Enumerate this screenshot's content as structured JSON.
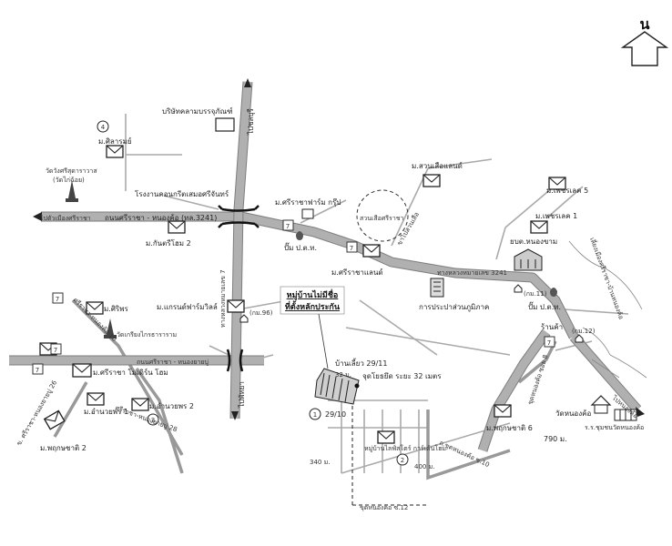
{
  "north": {
    "letter": "น"
  },
  "roads": {
    "hwy7_north": "ไปชลบุรี",
    "hwy7_south": "ไปพัทยา",
    "hwy7_name": "ทางหลวงหมายเลข 7",
    "road_3241": "ถนนศรีราชา - หนองค้อ (ทล.3241)",
    "to_sriracha": "ไปตัวเมืองศรีราชา",
    "road_nong_yai_bu": "ถนนศรีราชา - หนองยายบู่",
    "hwy_3241": "ทางหลวงหมายเลข 3241",
    "to_nong_kho": "ไปหนองค้อ",
    "to_suan_suea": "ขาไปสวนเสือ",
    "khao_nong_kho": "ขุดหนองค้อ ซอย 8",
    "soi_26": "ข. ศรีราชา-หนองยายบู่ 26",
    "soi_28": "ศรีราชา-หนองยายบู่ 28",
    "soi_10": "ศรีราชา-หนองค้อ 10",
    "soi_10b": "ถ.ขุดหนองค้อ ซ.10",
    "soi_12": "ขุดหนองค้อ ซ.12",
    "to_forest": "เลี่ยงเมืองศรีราชา-บ้านหนองค้อ"
  },
  "places": {
    "company_bks": "บริษัทคลามบรรจุภัณฑ์",
    "silarom": "ม.ศิลารมย์",
    "wat_sri": "วัดวังศรีสุดาราวาส",
    "wat_sri_sub": "(วัดไก่ฉ้อย)",
    "hotel": "โรงงานคอนกรีตเสมอศรีจันทร์",
    "kantaree": "ม.กันตรีโฮม 2",
    "sriracha_group": "ม.ศรีราชาฟาร์ม กรุ๊ป",
    "ptt_1": "ปั๊ม ป.ต.ท.",
    "suan_suea_land": "ม.สวนเสือแลนด์",
    "suan_suea": "สวนเสือศรีราชา",
    "sriracha_land": "ม.ศรีราชาแลนด์",
    "pech_1": "ม.เพชรเลค 1",
    "pech_5": "ม.เพชรเลค 5",
    "police": "ยบต.หนองขาม",
    "police_code": "(กม.11)",
    "utility": "การประปาส่วนภูมิภาค",
    "ptt_2": "ปั๊ม ป.ต.ท.",
    "shop": "ร้านค้า",
    "km12": "(กม.12)",
    "kanchana": "ม.แกรนด์ฟาร์มวิลล์",
    "km96": "(กม.96)",
    "sirira": "ม.ศิริพร",
    "wat_kaew": "วัดเกรียงไกรธาราราม",
    "sriracha_park": "ม.ศรีราชา โมเดิร์น โฮม",
    "anuwat_1": "ม.อำนวยพร 1",
    "anuwat_2": "ม.อำนวยพร 2",
    "prueksa_2": "ม.พฤกษชาติ 2",
    "prueksa_6": "ม.พฤกษชาติ 6",
    "wat_nong_kho": "วัดหนองค้อ",
    "school": "ร.ร.ชุมชนวัดหนองค้อ",
    "baan_siew": "บ้านเลี้ยว 29/11",
    "cheyo": "จุดโยธยึด ระยะ 32 เมตร",
    "village_sign": "หมู่บ้านไลฟ์สโตร์ การ์เด้นโฮม"
  },
  "markers": {
    "m1": "1",
    "m1_label": "29/10",
    "m2": "2",
    "m3": "3",
    "m4": "4"
  },
  "callout": {
    "line1": "หมู่บ้านไม่มีชื่อ",
    "line2": "ที่ตั้งหลักประกัน"
  },
  "distances": {
    "d32": "32 ม.",
    "d340": "340 ม.",
    "d400": "400 ม.",
    "d790": "790 ม."
  }
}
